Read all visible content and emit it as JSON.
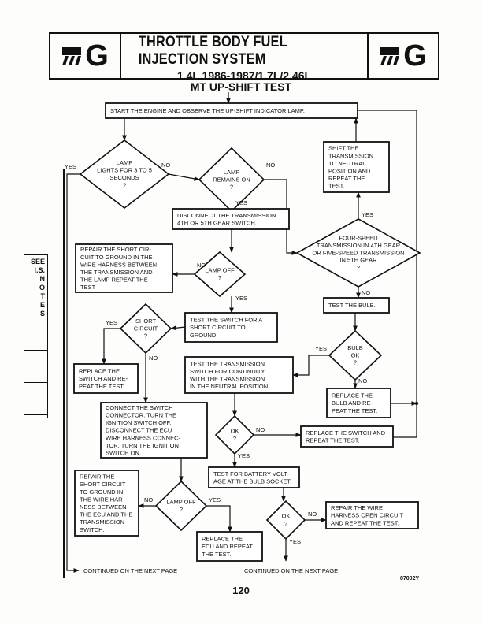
{
  "header": {
    "logo_letter": "G",
    "title": "THROTTLE BODY FUEL INJECTION SYSTEM",
    "subtitle": "1.4L 1986-1987/1.7L/2.46L"
  },
  "chart_title": "MT UP-SHIFT TEST",
  "notes_panel": {
    "line1": "SEE",
    "line2": "I.S.",
    "letters": [
      "N",
      "O",
      "T",
      "E",
      "S"
    ]
  },
  "nodes": {
    "start": [
      "START THE ENGINE AND OBSERVE THE UP-SHIFT INDICATOR LAMP."
    ],
    "lamp_lights": [
      "LAMP",
      "LIGHTS FOR 3 TO 5",
      "SECONDS",
      "?"
    ],
    "lamp_remains_on": [
      "LAMP",
      "REMAINS ON",
      "?"
    ],
    "shift_neutral": [
      "SHIFT THE",
      "TRANSMISSION",
      "TO NEUTRAL",
      "POSITION AND",
      "REPEAT THE",
      "TEST."
    ],
    "disconnect_switch": [
      "DISCONNECT THE TRANSMISSION",
      "4TH OR 5TH GEAR SWITCH."
    ],
    "four_speed": [
      "FOUR-SPEED",
      "TRANSMISSION IN 4TH GEAR",
      "OR FIVE-SPEED TRANSMISSION",
      "IN 5TH GEAR",
      "?"
    ],
    "repair_short_lamp": [
      "REPAIR THE SHORT CIR-",
      "CUIT TO GROUND IN THE",
      "WIRE HARNESS BETWEEN",
      "THE TRANSMISSION AND",
      "THE LAMP  REPEAT THE",
      "TEST"
    ],
    "lamp_off_1": [
      "LAMP OFF",
      "?"
    ],
    "test_bulb": [
      "TEST THE BULB."
    ],
    "short_circuit": [
      "SHORT",
      "CIRCUIT",
      "?"
    ],
    "test_switch_short": [
      "TEST THE SWITCH FOR A",
      "SHORT CIRCUIT TO",
      "GROUND."
    ],
    "bulb_ok": [
      "BULB",
      "OK",
      "?"
    ],
    "replace_switch_1": [
      "REPLACE THE",
      "SWITCH AND RE-",
      "PEAT THE TEST."
    ],
    "test_continuity": [
      "TEST THE TRANSMISSION",
      "SWITCH FOR CONTINUITY",
      "WITH THE TRANSMISSION",
      "IN THE NEUTRAL POSITION."
    ],
    "replace_bulb": [
      "REPLACE THE",
      "BULB AND RE-",
      "PEAT THE TEST."
    ],
    "connect_switch": [
      "CONNECT THE SWITCH",
      "CONNECTOR. TURN THE",
      "IGNITION SWITCH OFF.",
      "DISCONNECT THE ECU",
      "WIRE HARNESS CONNEC-",
      "TOR. TURN THE IGNITION",
      "SWITCH ON."
    ],
    "ok_1": [
      "OK",
      "?"
    ],
    "replace_switch_2": [
      "REPLACE THE SWITCH AND",
      "REPEAT THE TEST."
    ],
    "test_battery": [
      "TEST FOR BATTERY VOLT-",
      "AGE AT THE BULB SOCKET."
    ],
    "repair_short_ecu": [
      "REPAIR THE",
      "SHORT CIRCUIT",
      "TO GROUND IN",
      "THE WIRE HAR-",
      "NESS BETWEEN",
      "THE ECU AND THE",
      "TRANSMISSION",
      "SWITCH."
    ],
    "lamp_off_2": [
      "LAMP OFF",
      "?"
    ],
    "ok_2": [
      "OK",
      "?"
    ],
    "repair_open": [
      "REPAIR THE WIRE",
      "HARNESS OPEN CIRCUIT",
      "AND REPEAT THE TEST."
    ],
    "replace_ecu": [
      "REPLACE THE",
      "ECU AND REPEAT",
      "THE TEST."
    ]
  },
  "edge_labels": {
    "yes": "YES",
    "no": "NO"
  },
  "continued_left": "CONTINUED ON THE NEXT PAGE",
  "continued_right": "CONTINUED ON THE NEXT PAGE",
  "figure_code": "87002Y",
  "page_number": "120"
}
